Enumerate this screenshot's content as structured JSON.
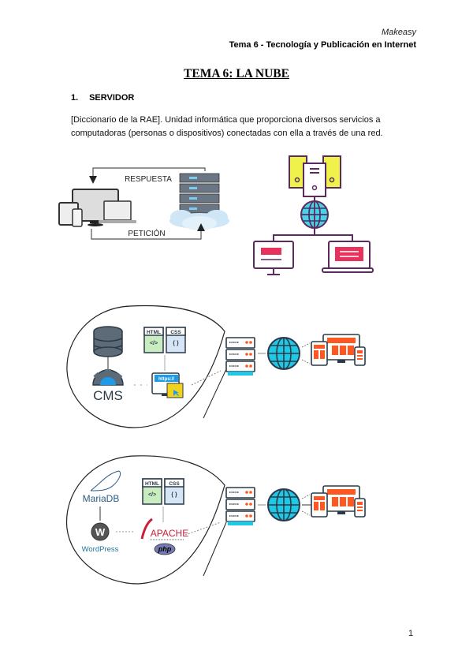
{
  "header": {
    "brand": "Makeasy",
    "subtitle": "Tema 6 - Tecnología y Publicación en Internet"
  },
  "title": "TEMA 6: LA NUBE",
  "section": {
    "number": "1.",
    "heading": "SERVIDOR"
  },
  "definition": "[Diccionario de la RAE]. Unidad informática que proporciona diversos servicios a computadoras (personas o dispositivos) conectadas con ella a través de una red.",
  "figure_client_server": {
    "response_label": "RESPUESTA",
    "request_label": "PETICIÓN"
  },
  "figure_cms": {
    "cms_label": "CMS",
    "html_label": "HTML",
    "css_label": "CSS",
    "html_glyph": "</>",
    "css_glyph": "{ }",
    "url_label": "https://"
  },
  "figure_stack": {
    "db_label": "MariaDB",
    "cms_label": "WordPress",
    "server_label": "APACHE",
    "lang_label": "php",
    "html_label": "HTML",
    "css_label": "CSS",
    "html_glyph": "</>",
    "css_glyph": "{ }"
  },
  "colors": {
    "accent_orange": "#ff5722",
    "accent_cyan": "#1ec8e6",
    "icon_dark": "#2b3a46",
    "yellow_server": "#eef24a",
    "purple_outline": "#5b2a5e",
    "pink": "#e8325e"
  },
  "page_number": "1"
}
